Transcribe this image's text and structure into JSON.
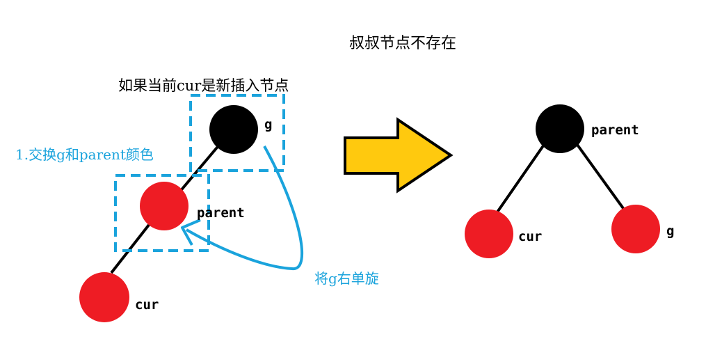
{
  "title": "叔叔节点不存在",
  "caption": "如果当前cur是新插入节点",
  "step_swap_color": "1.交换g和parent颜色",
  "step_rotate": "将g右单旋",
  "before": {
    "g_label": "g",
    "parent_label": "parent",
    "cur_label": "cur"
  },
  "after": {
    "parent_label": "parent",
    "cur_label": "cur",
    "g_label": "g"
  },
  "colors": {
    "black_node": "#000000",
    "red_node": "#ee1c24",
    "highlight_blue": "#1aa3dc",
    "arrow_fill": "#ffc90e",
    "edge": "#000000"
  }
}
